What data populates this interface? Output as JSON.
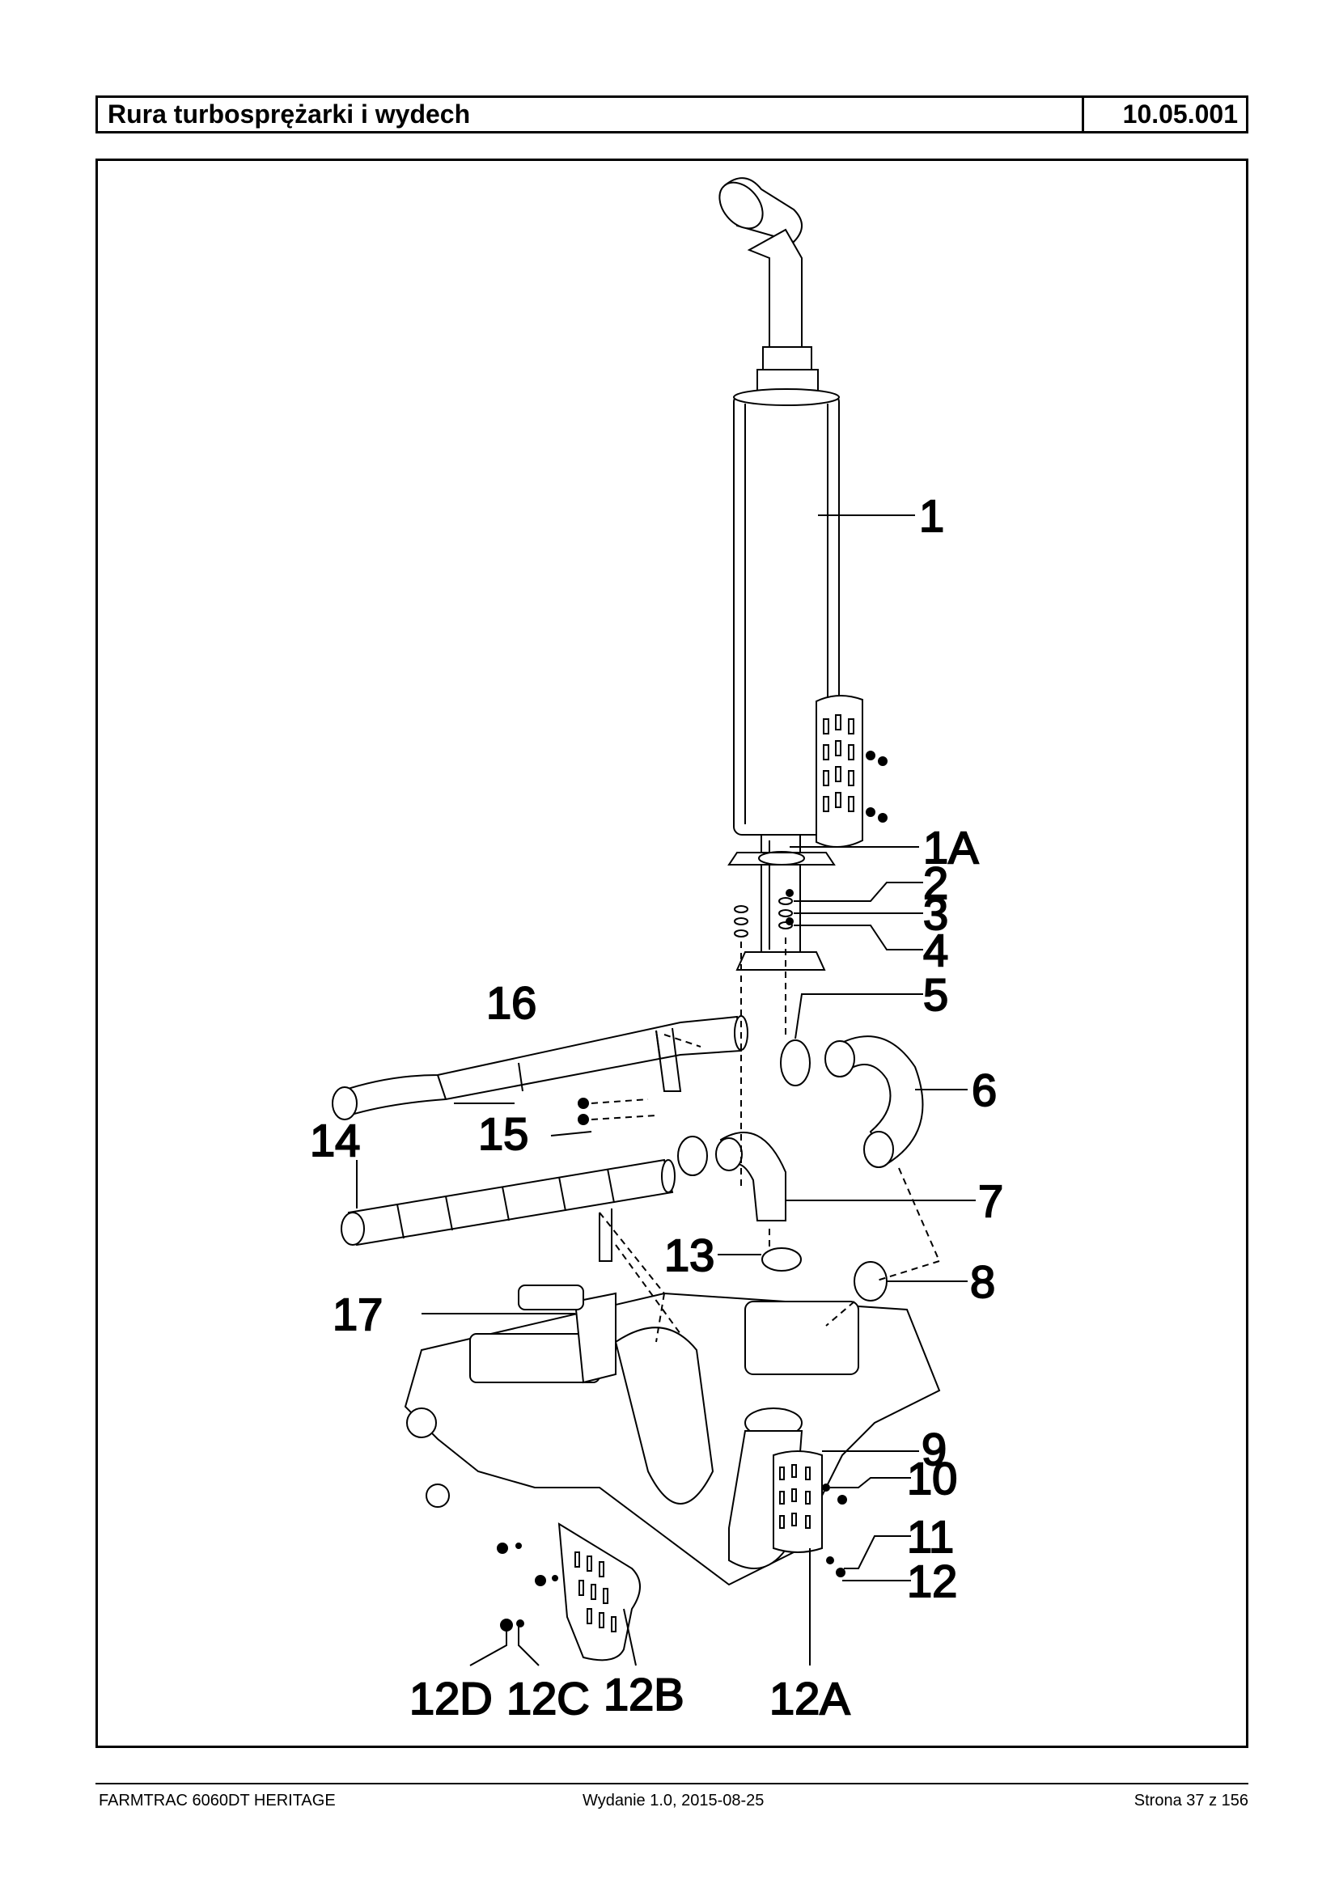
{
  "header": {
    "title": "Rura turbosprężarki i wydech",
    "code": "10.05.001"
  },
  "callouts": [
    {
      "id": "c1",
      "label": "1"
    },
    {
      "id": "c1a",
      "label": "1A"
    },
    {
      "id": "c2",
      "label": "2"
    },
    {
      "id": "c3",
      "label": "3"
    },
    {
      "id": "c4",
      "label": "4"
    },
    {
      "id": "c5",
      "label": "5"
    },
    {
      "id": "c6",
      "label": "6"
    },
    {
      "id": "c7",
      "label": "7"
    },
    {
      "id": "c8",
      "label": "8"
    },
    {
      "id": "c9",
      "label": "9"
    },
    {
      "id": "c10",
      "label": "10"
    },
    {
      "id": "c11",
      "label": "11"
    },
    {
      "id": "c12",
      "label": "12"
    },
    {
      "id": "c12a",
      "label": "12A"
    },
    {
      "id": "c12b",
      "label": "12B"
    },
    {
      "id": "c12c",
      "label": "12C"
    },
    {
      "id": "c12d",
      "label": "12D"
    },
    {
      "id": "c13",
      "label": "13"
    },
    {
      "id": "c14",
      "label": "14"
    },
    {
      "id": "c15",
      "label": "15"
    },
    {
      "id": "c16",
      "label": "16"
    },
    {
      "id": "c17",
      "label": "17"
    }
  ],
  "footer": {
    "left": "FARMTRAC 6060DT HERITAGE",
    "middle": "Wydanie 1.0,  2015-08-25",
    "right": "Strona 37 z 156"
  }
}
